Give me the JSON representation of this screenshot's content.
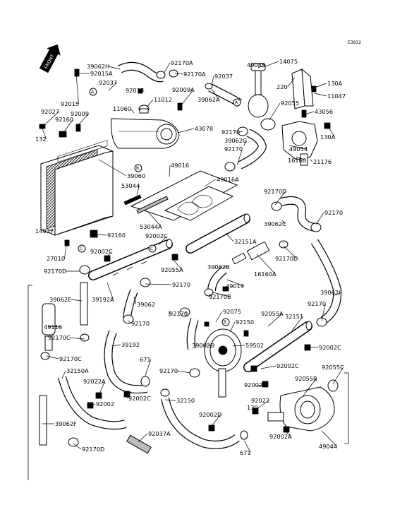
{
  "diagram": {
    "code": "E3832",
    "front_arrow_label": "FRONT",
    "markers": [
      "A",
      "A",
      "B",
      "B",
      "C",
      "C"
    ],
    "labels": [
      "39062H",
      "92015A",
      "92170A",
      "92170A",
      "49085",
      "14075",
      "92037",
      "92037",
      "92015",
      "92037",
      "92009A",
      "39062A",
      "220",
      "130A",
      "11047",
      "92027",
      "92009",
      "11060",
      "11012",
      "92055",
      "43056",
      "92160",
      "132",
      "43078",
      "92170",
      "39062G",
      "49054",
      "130A",
      "92170",
      "16160",
      "21176",
      "39060",
      "49016",
      "49016A",
      "53044",
      "53044A",
      "92170D",
      "92170",
      "39062C",
      "14037",
      "92160",
      "92002C",
      "32151A",
      "27010",
      "92002C",
      "92055A",
      "92170D",
      "39062B",
      "16160A",
      "92170D",
      "92170B",
      "49019",
      "39062E",
      "39192A",
      "92170",
      "39062",
      "92170",
      "39062I",
      "92075",
      "92055A",
      "32151",
      "92170",
      "49116",
      "92170",
      "92150",
      "92170C",
      "39192",
      "39062D",
      "59502",
      "92002C",
      "92170C",
      "671",
      "92002C",
      "92055C",
      "32150A",
      "92022A",
      "92170",
      "92002C",
      "92055B",
      "92002",
      "32150",
      "92002B",
      "92022",
      "130",
      "92002D",
      "39062F",
      "92037A",
      "92002A",
      "92170D",
      "671",
      "49044"
    ]
  }
}
